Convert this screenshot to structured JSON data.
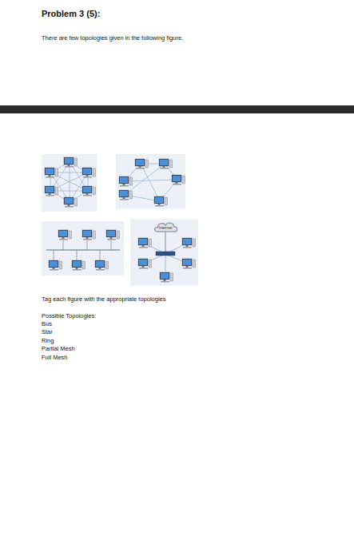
{
  "diagram": {
    "title": "Problem 3 (5):",
    "nodes": [
      {
        "text": [
          "Internet"
        ]
      }
    ],
    "labels": [
      "There are few topologies given in the following figure,",
      "Tag each figure with the appropriate topologies",
      "Possible Topologies:",
      "Bus",
      "Star",
      "Ring",
      "Partial Mesh",
      "Full Mesh"
    ]
  }
}
